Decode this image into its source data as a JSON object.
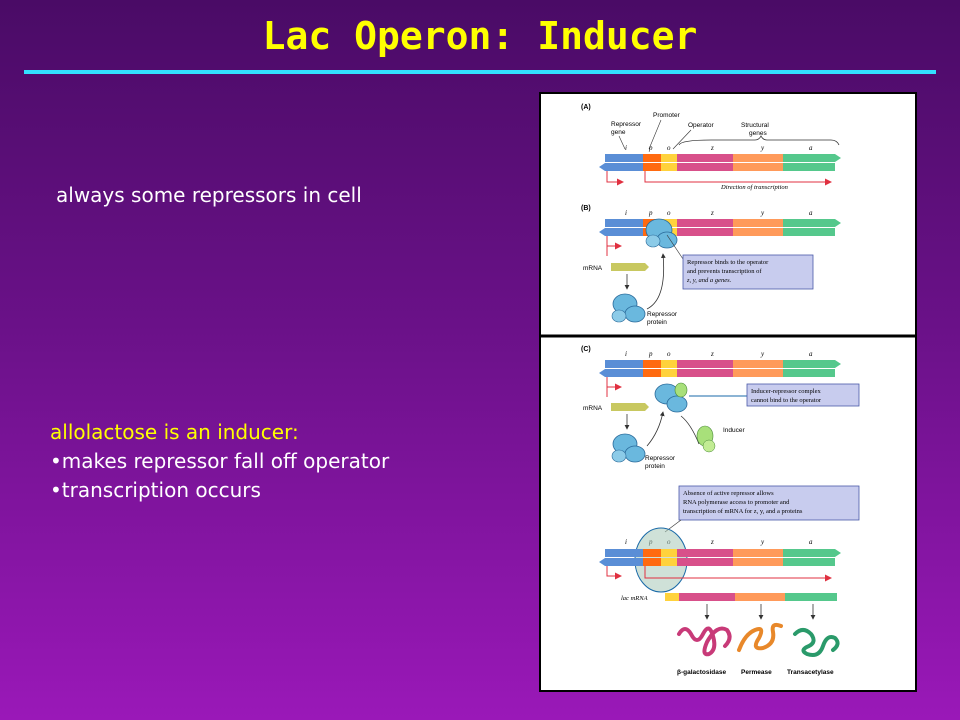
{
  "slide": {
    "title": "Lac Operon: Inducer",
    "text1": "always some repressors in cell",
    "inducer_heading": "allolactose is an inducer:",
    "bullets": [
      "•makes repressor fall off operator",
      "•transcription occurs"
    ]
  },
  "figure": {
    "panel_a": {
      "label": "(A)",
      "promoter": "Promoter",
      "repressor_gene": [
        "Repressor",
        "gene"
      ],
      "operator": "Operator",
      "structural_genes": [
        "Structural",
        "genes"
      ],
      "genes": [
        "i",
        "p",
        "o",
        "z",
        "y",
        "a"
      ],
      "direction": "Direction of transcription"
    },
    "panel_b": {
      "label": "(B)",
      "genes": [
        "i",
        "p",
        "o",
        "z",
        "y",
        "a"
      ],
      "mrna": "mRNA",
      "repressor_protein": [
        "Repressor",
        "protein"
      ],
      "callout": [
        "Repressor binds to the operator",
        "and prevents transcription of",
        "z, y, and a genes."
      ]
    },
    "panel_c": {
      "label": "(C)",
      "genes": [
        "i",
        "p",
        "o",
        "z",
        "y",
        "a"
      ],
      "mrna": "mRNA",
      "inducer": "Inducer",
      "repressor_protein": [
        "Repressor",
        "protein"
      ],
      "callout1": [
        "Inducer-repressor complex",
        "cannot bind to the operator"
      ],
      "callout2": [
        "Absence of active repressor allows",
        "RNA polymerase access to promoter and",
        "transcription of mRNA for z, y, and a proteins"
      ],
      "lac_mrna": "lac mRNA",
      "products": [
        "β-galactosidase",
        "Permease",
        "Transacetylase"
      ]
    },
    "colors": {
      "i_gene": "#5a8ed6",
      "p_gene": "#ff6a10",
      "o_gene": "#ffd23c",
      "z_gene": "#d8508a",
      "y_gene": "#ff9a5a",
      "a_gene": "#55c88c",
      "protein": "#6ab8de",
      "inducer": "#a8e07a",
      "callout_bg": "#c8ccee"
    }
  }
}
